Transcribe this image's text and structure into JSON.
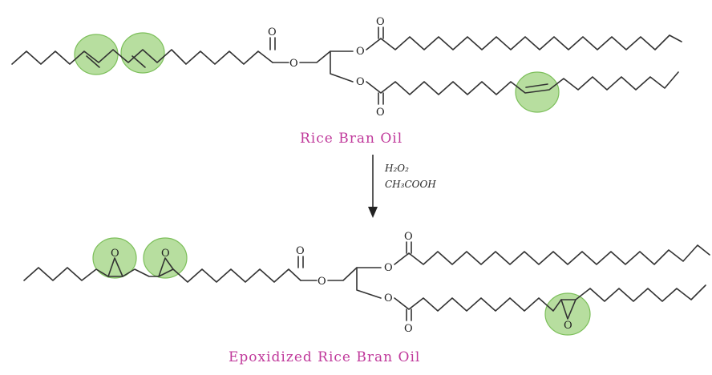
{
  "top_molecule": {
    "name": "Rice Bran Oil",
    "atom_oxygen": "O"
  },
  "reaction": {
    "reagent_1": "H₂O₂",
    "reagent_2": "CH₃COOH"
  },
  "bottom_molecule": {
    "name": "Epoxidized Rice Bran Oil",
    "atom_oxygen": "O"
  },
  "colors": {
    "highlight": "#9fd37f",
    "label": "#c0399b",
    "bond": "#333333"
  }
}
